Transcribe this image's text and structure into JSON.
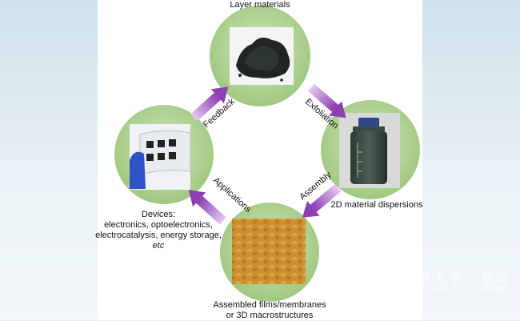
{
  "diagram": {
    "nodes": {
      "layer_materials": {
        "label": "Layer materials"
      },
      "dispersions": {
        "label": "2D material dispersions"
      },
      "assembled": {
        "label_line1": "Assembled films/membranes",
        "label_line2": "or 3D macrostructures"
      },
      "devices": {
        "label_line1": "Devices:",
        "label_line2": "electronics, optoelectronics,",
        "label_line3": "electrocatalysis, energy storage,",
        "label_line4": "etc"
      }
    },
    "arrows": {
      "exfoliation": "Exfoliation",
      "assembly": "Assembly",
      "applications": "Applications",
      "feedback": "Feedback"
    }
  },
  "watermark": {
    "name_cn": "清華大学",
    "name_en": "Tsinghua University",
    "news_cn": "新闻",
    "news_en": "NEWS"
  },
  "colors": {
    "circle": "#a9cd8a",
    "arrow": "#b36ad0",
    "arrow_dark": "#7a3a9e"
  }
}
